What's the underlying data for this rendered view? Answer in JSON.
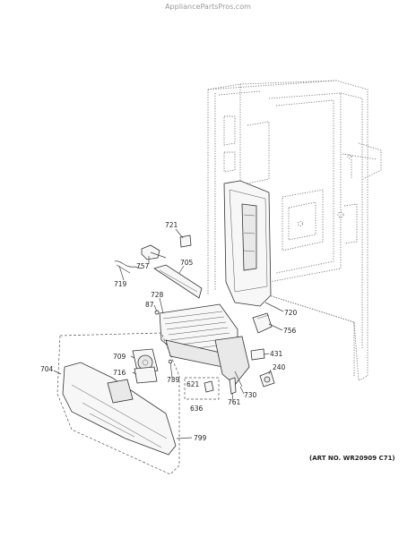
{
  "watermark": "AppliancePartsPros.com",
  "art_number": "(ART NO. WR20909 C71)",
  "callouts": [
    {
      "id": "721",
      "label": "721"
    },
    {
      "id": "757",
      "label": "757"
    },
    {
      "id": "705",
      "label": "705"
    },
    {
      "id": "719",
      "label": "719"
    },
    {
      "id": "728",
      "label": "728"
    },
    {
      "id": "87",
      "label": "87"
    },
    {
      "id": "720",
      "label": "720"
    },
    {
      "id": "756",
      "label": "756"
    },
    {
      "id": "431",
      "label": "431"
    },
    {
      "id": "240",
      "label": "240"
    },
    {
      "id": "709",
      "label": "709"
    },
    {
      "id": "704",
      "label": "704"
    },
    {
      "id": "716",
      "label": "716"
    },
    {
      "id": "739",
      "label": "739"
    },
    {
      "id": "621",
      "label": "621"
    },
    {
      "id": "636",
      "label": "636"
    },
    {
      "id": "730",
      "label": "730"
    },
    {
      "id": "761",
      "label": "761"
    },
    {
      "id": "799",
      "label": "799"
    }
  ]
}
